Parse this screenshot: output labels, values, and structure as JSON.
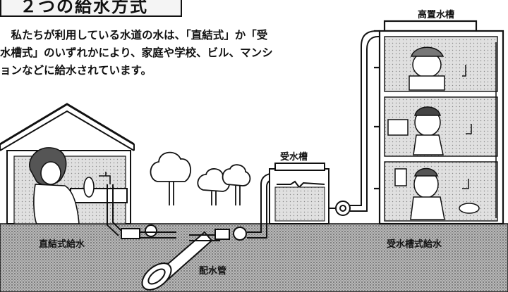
{
  "title": "２つの給水方式",
  "intro_lines": [
    "　私たちが利用している水道の水は、「直結式」か「受",
    "水槽式」のいずれかにより、家庭や学校、ビル、マンシ",
    "ョンなどに給水されています。"
  ],
  "labels": {
    "elevated_tank": "高置水槽",
    "receiving_tank": "受水槽",
    "direct_supply": "直結式給水",
    "tank_supply": "受水槽式給水",
    "distribution_pipe": "配水管"
  },
  "colors": {
    "ink": "#111111",
    "ground": "#9a9a9a",
    "paper": "#ffffff"
  }
}
